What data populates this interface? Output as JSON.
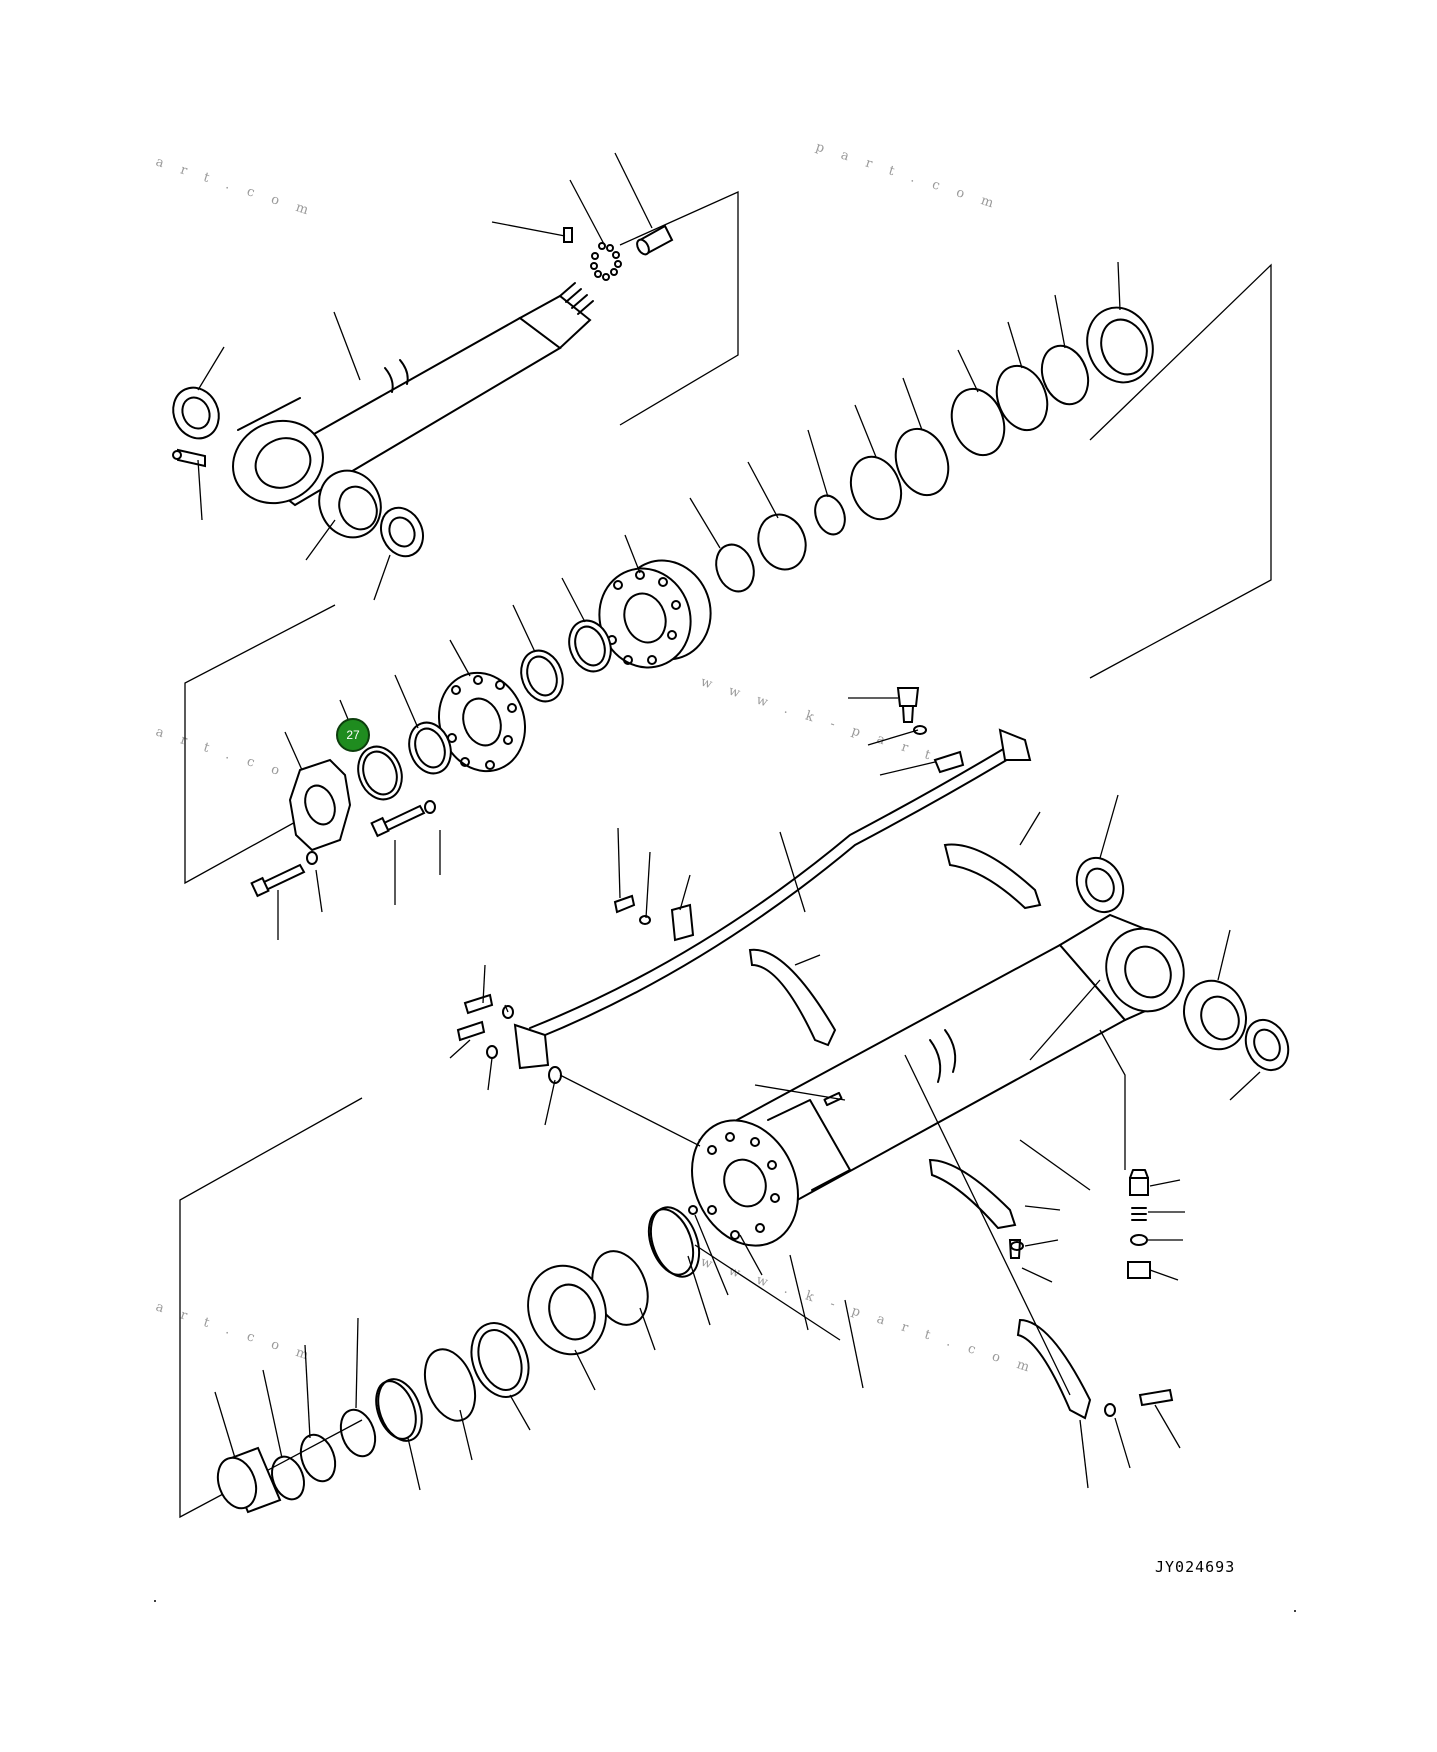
{
  "diagram": {
    "drawing_code": "JY024693",
    "watermarks": [
      "a r t . c o m",
      "p a r t . c o m",
      "w w w . k - p a r t",
      "a r t . c o m",
      "w w w . k - p a r t . c o m",
      "a r t . c o m"
    ],
    "callouts": [
      {
        "label": "27"
      }
    ]
  }
}
